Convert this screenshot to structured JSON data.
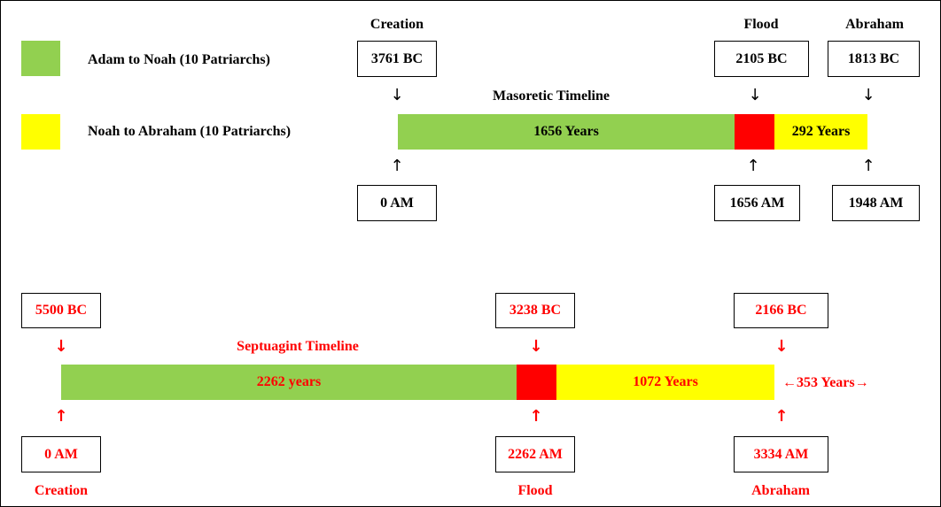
{
  "colors": {
    "green": "#92d050",
    "yellow": "#ffff00",
    "red": "#ff0000"
  },
  "legend": [
    {
      "label": "Adam to Noah (10 Patriarchs)",
      "color": "#92d050"
    },
    {
      "label": "Noah to Abraham (10 Patriarchs)",
      "color": "#ffff00"
    }
  ],
  "masoretic": {
    "title": "Masoretic Timeline",
    "headers": {
      "creation": "Creation",
      "flood": "Flood",
      "abraham": "Abraham"
    },
    "bc": {
      "creation": "3761 BC",
      "flood": "2105 BC",
      "abraham": "1813 BC"
    },
    "am": {
      "creation": "0 AM",
      "flood": "1656 AM",
      "abraham": "1948 AM"
    },
    "segments": {
      "first": "1656 Years",
      "second": "292 Years"
    },
    "arrow_down": "↓",
    "arrow_up": "↑"
  },
  "septuagint": {
    "title": "Septuagint Timeline",
    "footers": {
      "creation": "Creation",
      "flood": "Flood",
      "abraham": "Abraham"
    },
    "bc": {
      "creation": "5500 BC",
      "flood": "3238 BC",
      "abraham": "2166 BC"
    },
    "am": {
      "creation": "0 AM",
      "flood": "2262 AM",
      "abraham": "3334 AM"
    },
    "segments": {
      "first": "2262 years",
      "second": "1072 Years"
    },
    "extra": "←353 Years→",
    "arrow_down": "↓",
    "arrow_up": "↑"
  }
}
